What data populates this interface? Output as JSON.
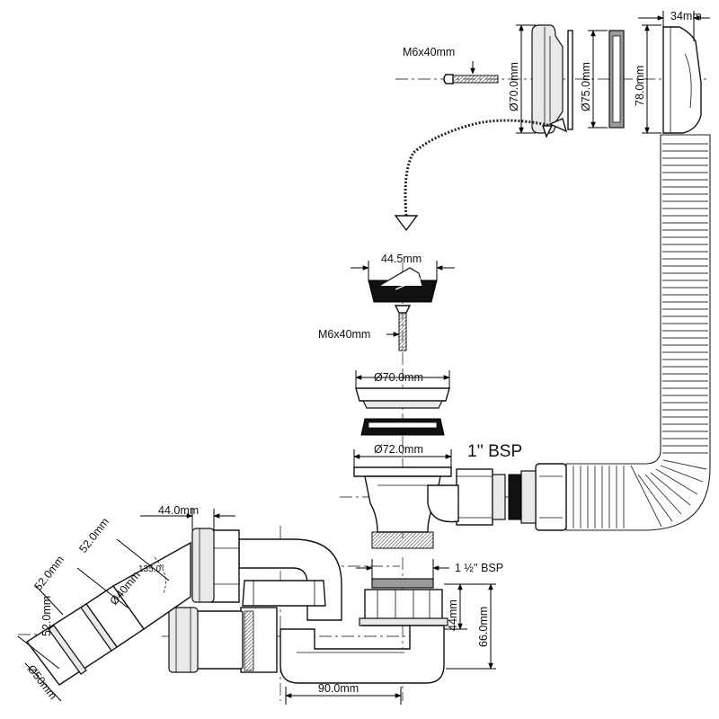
{
  "labels": {
    "plug_screw": "M6x40mm",
    "plug_dia": "Ø70.0mm",
    "overflow_dia": "Ø75.0mm",
    "overflow_height": "78.0mm",
    "overflow_depth": "34mm",
    "waste_head": "44.5mm",
    "waste_screw": "M6x40mm",
    "grid_dia": "Ø70.0mm",
    "body_dia": "Ø72.0mm",
    "bsp_1": "1'' BSP",
    "bsp_1_5": "1 ½'' BSP",
    "trap_top": "44.0mm",
    "pipe_a": "52.0mm",
    "pipe_b": "52.0mm",
    "pipe_c": "52.0mm",
    "angle": "135.0°",
    "dia_40": "Ø40mm",
    "dia_50": "Ø50mm",
    "depth_44": "44mm",
    "height_66": "66.0mm",
    "width_90": "90.0mm"
  }
}
